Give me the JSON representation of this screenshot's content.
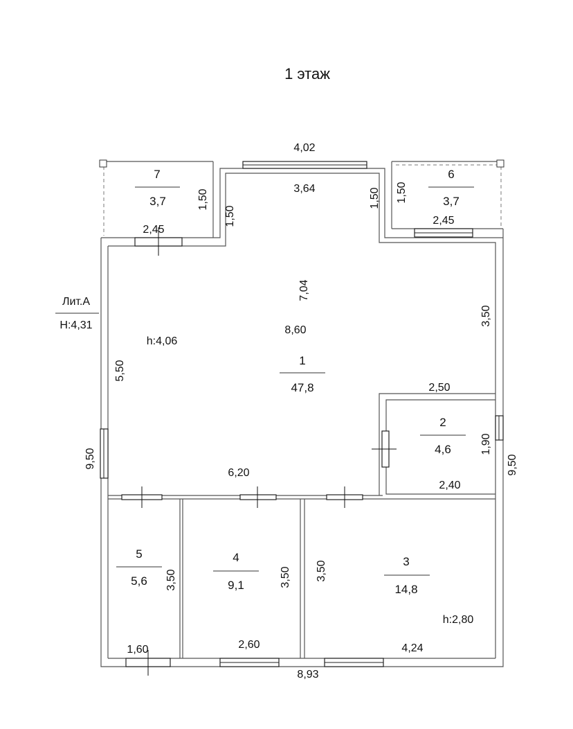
{
  "floor_title": "1 этаж",
  "building": {
    "label": "Лит.А",
    "height": "Н:4,31"
  },
  "rooms": [
    {
      "number": "1",
      "area": "47,8"
    },
    {
      "number": "2",
      "area": "4,6"
    },
    {
      "number": "3",
      "area": "14,8"
    },
    {
      "number": "4",
      "area": "9,1"
    },
    {
      "number": "5",
      "area": "5,6"
    },
    {
      "number": "6",
      "area": "3,7"
    },
    {
      "number": "7",
      "area": "3,7"
    }
  ],
  "room_heights": {
    "main": "h:4,06",
    "room3": "h:2,80"
  },
  "dimensions": {
    "top_window": "4,02",
    "top_inner": "3,64",
    "r7_height": "1,50",
    "r7_width": "2,45",
    "main_notch_left": "1,50",
    "main_notch_right": "1,50",
    "r6_height": "1,50",
    "r6_width": "2,45",
    "main_center_v": "7,04",
    "main_center_h": "8,60",
    "main_right_v": "3,50",
    "main_left_v": "5,50",
    "outer_left": "9,50",
    "r2_top": "2,50",
    "r2_height": "1,90",
    "r2_bottom": "2,40",
    "outer_right": "9,50",
    "main_bottom": "6,20",
    "r5_height": "3,50",
    "r5_width": "1,60",
    "r4_height": "3,50",
    "r4_width": "2,60",
    "r3_height": "3,50",
    "r3_width": "4,24",
    "outer_bottom": "8,93"
  }
}
